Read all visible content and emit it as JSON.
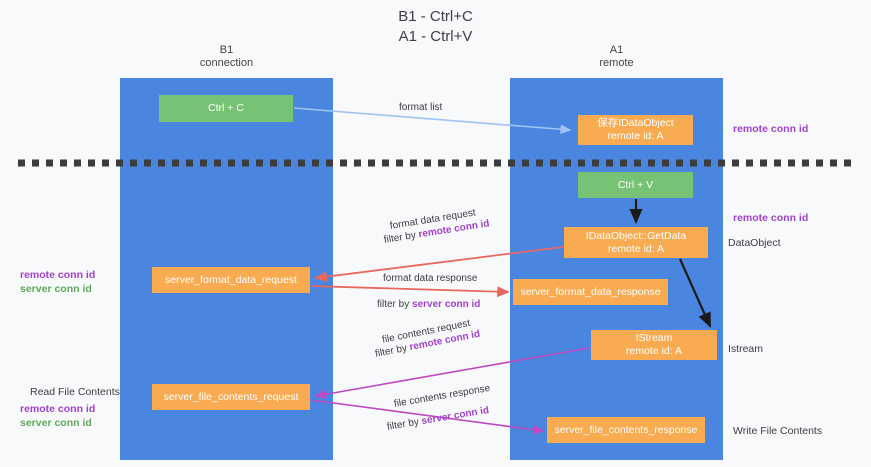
{
  "title": {
    "line1": "B1 - Ctrl+C",
    "line2": "A1 - Ctrl+V"
  },
  "lanes": [
    {
      "id": "b1",
      "name": "B1",
      "role": "connection"
    },
    {
      "id": "a1",
      "name": "A1",
      "role": "remote"
    }
  ],
  "nodes": {
    "ctrl_c": {
      "label": "Ctrl + C",
      "color": "#77c376"
    },
    "idataobject": {
      "line1": "保存IDataObject",
      "line2": "remote id: A",
      "color": "#f9ab52"
    },
    "ctrl_v": {
      "label": "Ctrl + V",
      "color": "#77c376"
    },
    "getdata": {
      "line1": "IDataObject::GetData",
      "line2": "remote id: A",
      "color": "#f9ab52"
    },
    "server_format_data_request": {
      "label": "server_format_data_request",
      "color": "#f9ab52"
    },
    "server_format_data_response": {
      "label": "server_format_data_response",
      "color": "#f9ab52"
    },
    "istream": {
      "line1": "IStream",
      "line2": "remote id: A",
      "color": "#f9ab52"
    },
    "server_file_contents_request": {
      "label": "server_file_contents_request",
      "color": "#f9ab52"
    },
    "server_file_contents_response": {
      "label": "server_file_contents_response",
      "color": "#f9ab52"
    }
  },
  "arrow_labels": {
    "format_list": "format list",
    "format_data_request": "format data request",
    "format_data_request_filter_prefix": "filter by ",
    "format_data_request_filter_key": "remote conn id",
    "format_data_response": "format data response",
    "format_data_response_filter_prefix": "filter by ",
    "format_data_response_filter_key": "server conn id",
    "file_contents_request": "file contents request",
    "file_contents_request_filter_prefix": "filter by ",
    "file_contents_request_filter_key": "remote conn id",
    "file_contents_response": "file contents response",
    "file_contents_response_filter_prefix": "filter by ",
    "file_contents_response_filter_key": "server conn id"
  },
  "side_labels": {
    "remote_conn_id_top": "remote conn id",
    "remote_conn_id_mid": "remote conn id",
    "dataobject": "DataObject",
    "istream": "Istream",
    "write_file_contents": "Write File Contents",
    "left_remote_conn_id": "remote conn id",
    "left_server_conn_id": "server conn id",
    "read_file_contents": "Read File Contents",
    "left_remote_conn_id_2": "remote conn id",
    "left_server_conn_id_2": "server conn id"
  },
  "colors": {
    "lane": "#4a86e0",
    "green_node": "#77c376",
    "orange_node": "#f9ab52",
    "purple_key": "#a142c8",
    "green_key": "#5fa85e",
    "red_arrow": "#e8675f",
    "magenta_arrow": "#bf49c0",
    "blue_arrow": "#9dc5ef",
    "divider": "#3c3c3c",
    "background": "#f8f9fa"
  }
}
